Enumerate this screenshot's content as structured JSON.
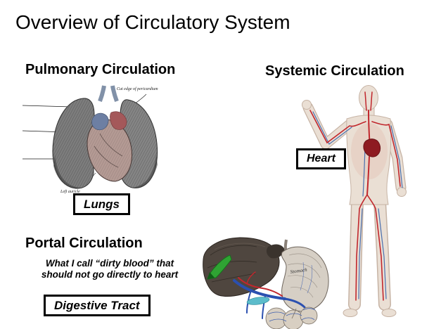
{
  "slide": {
    "title": "Overview of Circulatory System"
  },
  "pulmonary": {
    "heading": "Pulmonary Circulation",
    "label": "Lungs",
    "annotations": {
      "pericardium": "Cut edge of pericardium",
      "auricle": "Left auricle"
    }
  },
  "systemic": {
    "heading": "Systemic Circulation",
    "label": "Heart"
  },
  "portal": {
    "heading": "Portal Circulation",
    "note_line1": "What I call “dirty blood” that",
    "note_line2": "should not go directly to heart",
    "label": "Digestive Tract",
    "annotations": {
      "stomach": "Stomach"
    }
  },
  "colors": {
    "background": "#ffffff",
    "text": "#000000",
    "artery_red": "#c1272d",
    "vein_blue": "#2b50b0",
    "highlight_green": "#2fa333"
  }
}
